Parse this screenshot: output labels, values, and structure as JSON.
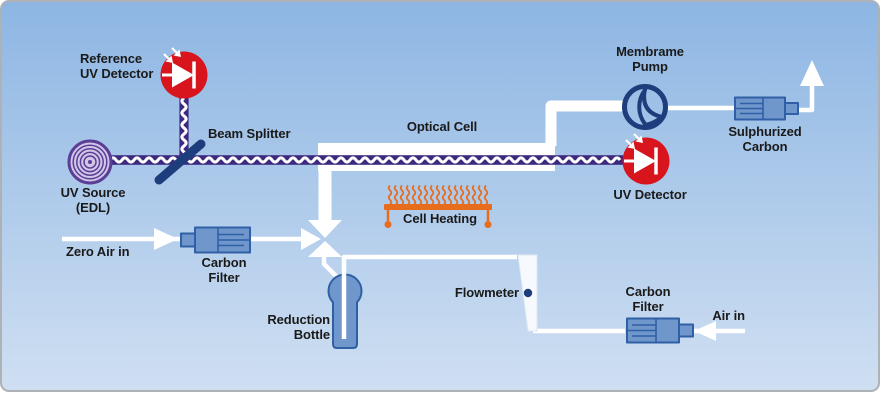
{
  "diagram": {
    "title_implicit": "UV fluorescence gas analyzer flow schematic",
    "labels": {
      "reference_uv_detector": {
        "line1": "Reference",
        "line2": "UV Detector"
      },
      "beam_splitter": "Beam Splitter",
      "optical_cell": "Optical Cell",
      "cell_heating": "Cell Heating",
      "membrane_pump": {
        "line1": "Membrame",
        "line2": "Pump"
      },
      "sulphurized_carbon": {
        "line1": "Sulphurized",
        "line2": "Carbon"
      },
      "uv_detector": "UV Detector",
      "uv_source": {
        "line1": "UV Source",
        "line2": "(EDL)"
      },
      "zero_air_in": "Zero Air in",
      "carbon_filter_left": {
        "line1": "Carbon",
        "line2": "Filter"
      },
      "reduction_bottle": {
        "line1": "Reduction",
        "line2": "Bottle"
      },
      "flowmeter": "Flowmeter",
      "carbon_filter_right": {
        "line1": "Carbon",
        "line2": "Filter"
      },
      "air_in": "Air in"
    },
    "components": [
      "uv-source-coil-icon",
      "reference-photodiode-icon",
      "beam-splitter-mirror-icon",
      "uv-beam-wave-icon",
      "optical-cell-tube-icon",
      "cell-heater-icon",
      "photodiode-icon",
      "membrane-pump-icon",
      "filter-cartridge-icon",
      "reduction-bottle-icon",
      "rotameter-flowmeter-icon",
      "exhaust-arrow-icon"
    ],
    "colors": {
      "bg-top": "#8db6e3",
      "bg-bottom": "#cfdff2",
      "red": "#d8151c",
      "navy": "#1e3d7c",
      "beam": "#3d2a80",
      "purple": "#5b3e96",
      "lav": "#cfc6e8",
      "compblue": "#7097cc",
      "compborder": "#2f5fa5",
      "orange": "#e76c1c",
      "pipe": "#ffffff",
      "ink": "#1a1a1a"
    }
  }
}
